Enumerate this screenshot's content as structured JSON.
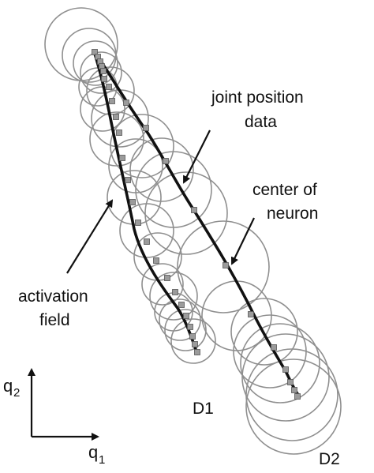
{
  "annotations": {
    "joint_position_line1": "joint position",
    "joint_position_line2": "data",
    "center_line1": "center of",
    "center_line2": "neuron",
    "activation_line1": "activation",
    "activation_line2": "field"
  },
  "trajectories": {
    "d1_label": "D1",
    "d2_label": "D2"
  },
  "axes": {
    "y_label": "q",
    "y_sub": "2",
    "x_label": "q",
    "x_sub": "1"
  },
  "colors": {
    "trajectory": "#111111",
    "node_fill": "#9b9b9b",
    "circle_stroke": "#8f8f8f"
  }
}
